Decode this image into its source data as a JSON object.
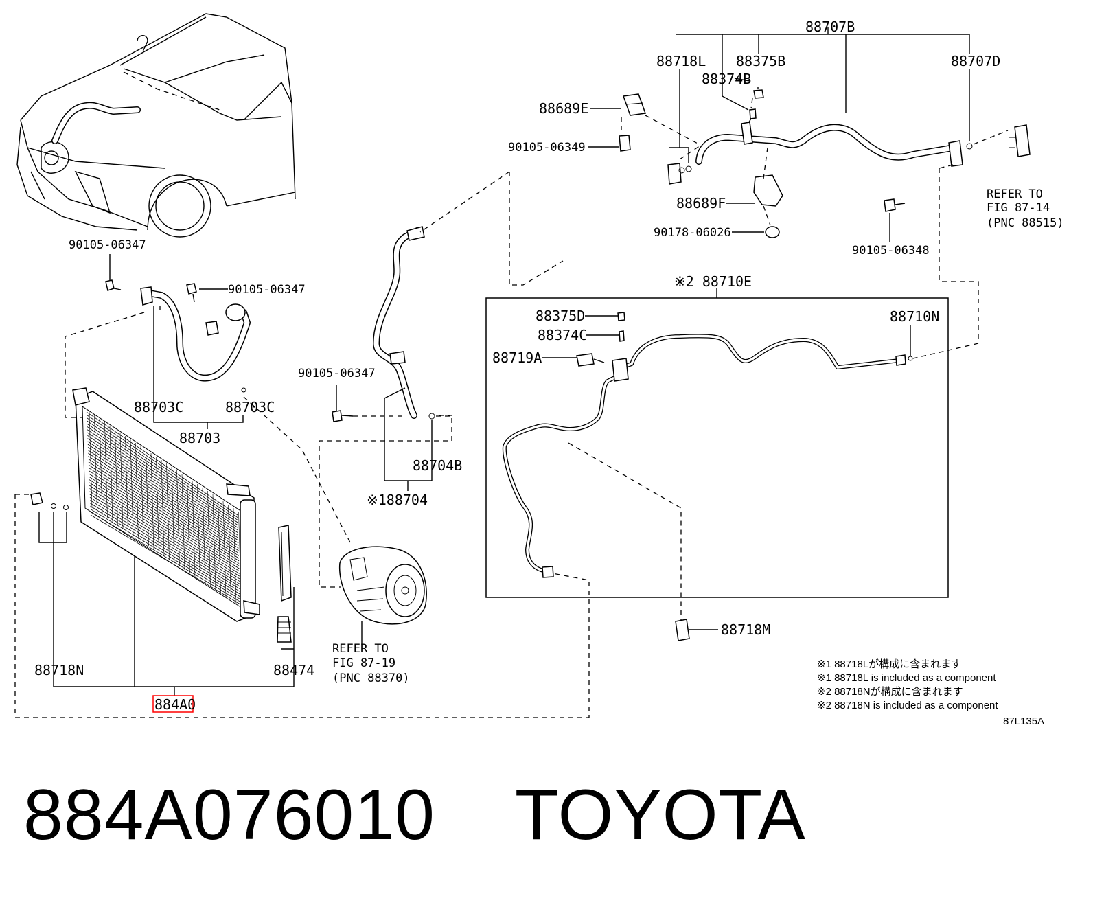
{
  "diagram_code": "87L135A",
  "highlight_color": "#ff0000",
  "labels": {
    "p88707B": "88707B",
    "p88718L": "88718L",
    "p88375B": "88375B",
    "p88374B": "88374B",
    "p88707D": "88707D",
    "p88689E": "88689E",
    "b90105_06349": "90105-06349",
    "p88689F": "88689F",
    "b90178_06026": "90178-06026",
    "b90105_06348": "90105-06348",
    "ref87_14": [
      "REFER TO",
      "FIG 87-14",
      "(PNC 88515)"
    ],
    "b90105_06347_a": "90105-06347",
    "b90105_06347_b": "90105-06347",
    "b90105_06347_c": "90105-06347",
    "p88703C_a": "88703C",
    "p88703C_b": "88703C",
    "p88703": "88703",
    "p88704B": "88704B",
    "p88704": "※188704",
    "p88710E": "※2 88710E",
    "p88375D": "88375D",
    "p88374C": "88374C",
    "p88719A": "88719A",
    "p88710N": "88710N",
    "p88718M": "88718M",
    "ref87_19": [
      "REFER TO",
      "FIG 87-19",
      "(PNC 88370)"
    ],
    "p88718N": "88718N",
    "p88474": "88474",
    "p884A0": "884A0"
  },
  "notes": [
    "※1 88718Lが構成に含まれます",
    "※1 88718L is included as a component",
    "※2 88718Nが構成に含まれます",
    "※2 88718N is included as a component"
  ],
  "footer": {
    "part_number": "884A076010",
    "brand": "TOYOTA"
  }
}
